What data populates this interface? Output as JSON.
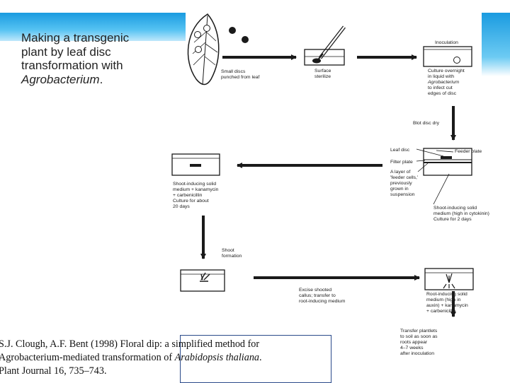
{
  "slide": {
    "title_line1": "Making a transgenic",
    "title_line2": "plant by leaf disc",
    "title_line3": "transformation with",
    "title_line4": "Agrobacterium",
    "title_line4_suffix": ".",
    "colors": {
      "accent": "#1a9be0",
      "border": "#2a4a8a"
    }
  },
  "diagram": {
    "small_discs": [
      "Small discs",
      "punched from leaf"
    ],
    "surface": [
      "Surface",
      "sterilize"
    ],
    "inoculation": "Inoculation",
    "culture_overnight": [
      "Culture overnight",
      "in liquid with",
      "Agrobacterium",
      "to infect cut",
      "edges of disc"
    ],
    "blot": "Blot disc dry",
    "leaf_disc": "Leaf disc",
    "feeder_plate": "Feeder plate",
    "filter_plate": "Filter plate",
    "feeder_layer": [
      "A layer of",
      "'feeder cells,'",
      "previously",
      "grown in",
      "suspension"
    ],
    "shoot_medium_right": [
      "Shoot-inducing solid",
      "medium (high in cytokinin)",
      "Culture for 2 days"
    ],
    "shoot_medium_left": [
      "Shoot-inducing solid",
      "medium + kanamycin",
      "+ carbenicillin",
      "Culture for about",
      "20 days"
    ],
    "shoot_formation": [
      "Shoot",
      "formation"
    ],
    "excise": [
      "Excise shooted",
      "callus; transfer to",
      "root-inducing medium"
    ],
    "root_medium": [
      "Root-inducing solid",
      "medium (high in",
      "auxin) + kanamycin",
      "+ carbenicillin"
    ],
    "transfer": [
      "Transfer plantlets",
      "to soil as soon as",
      "roots appear",
      "4–7 weeks",
      "after inoculation"
    ]
  },
  "citation": {
    "line1": "S.J. Clough, A.F. Bent (1998) Floral dip: a simplified method for",
    "line2_prefix": "Agrobacterium-mediated transformation of ",
    "line2_italic": "Arabidopsis thaliana",
    "line2_suffix": ".",
    "line3": "Plant Journal 16, 735–743."
  }
}
